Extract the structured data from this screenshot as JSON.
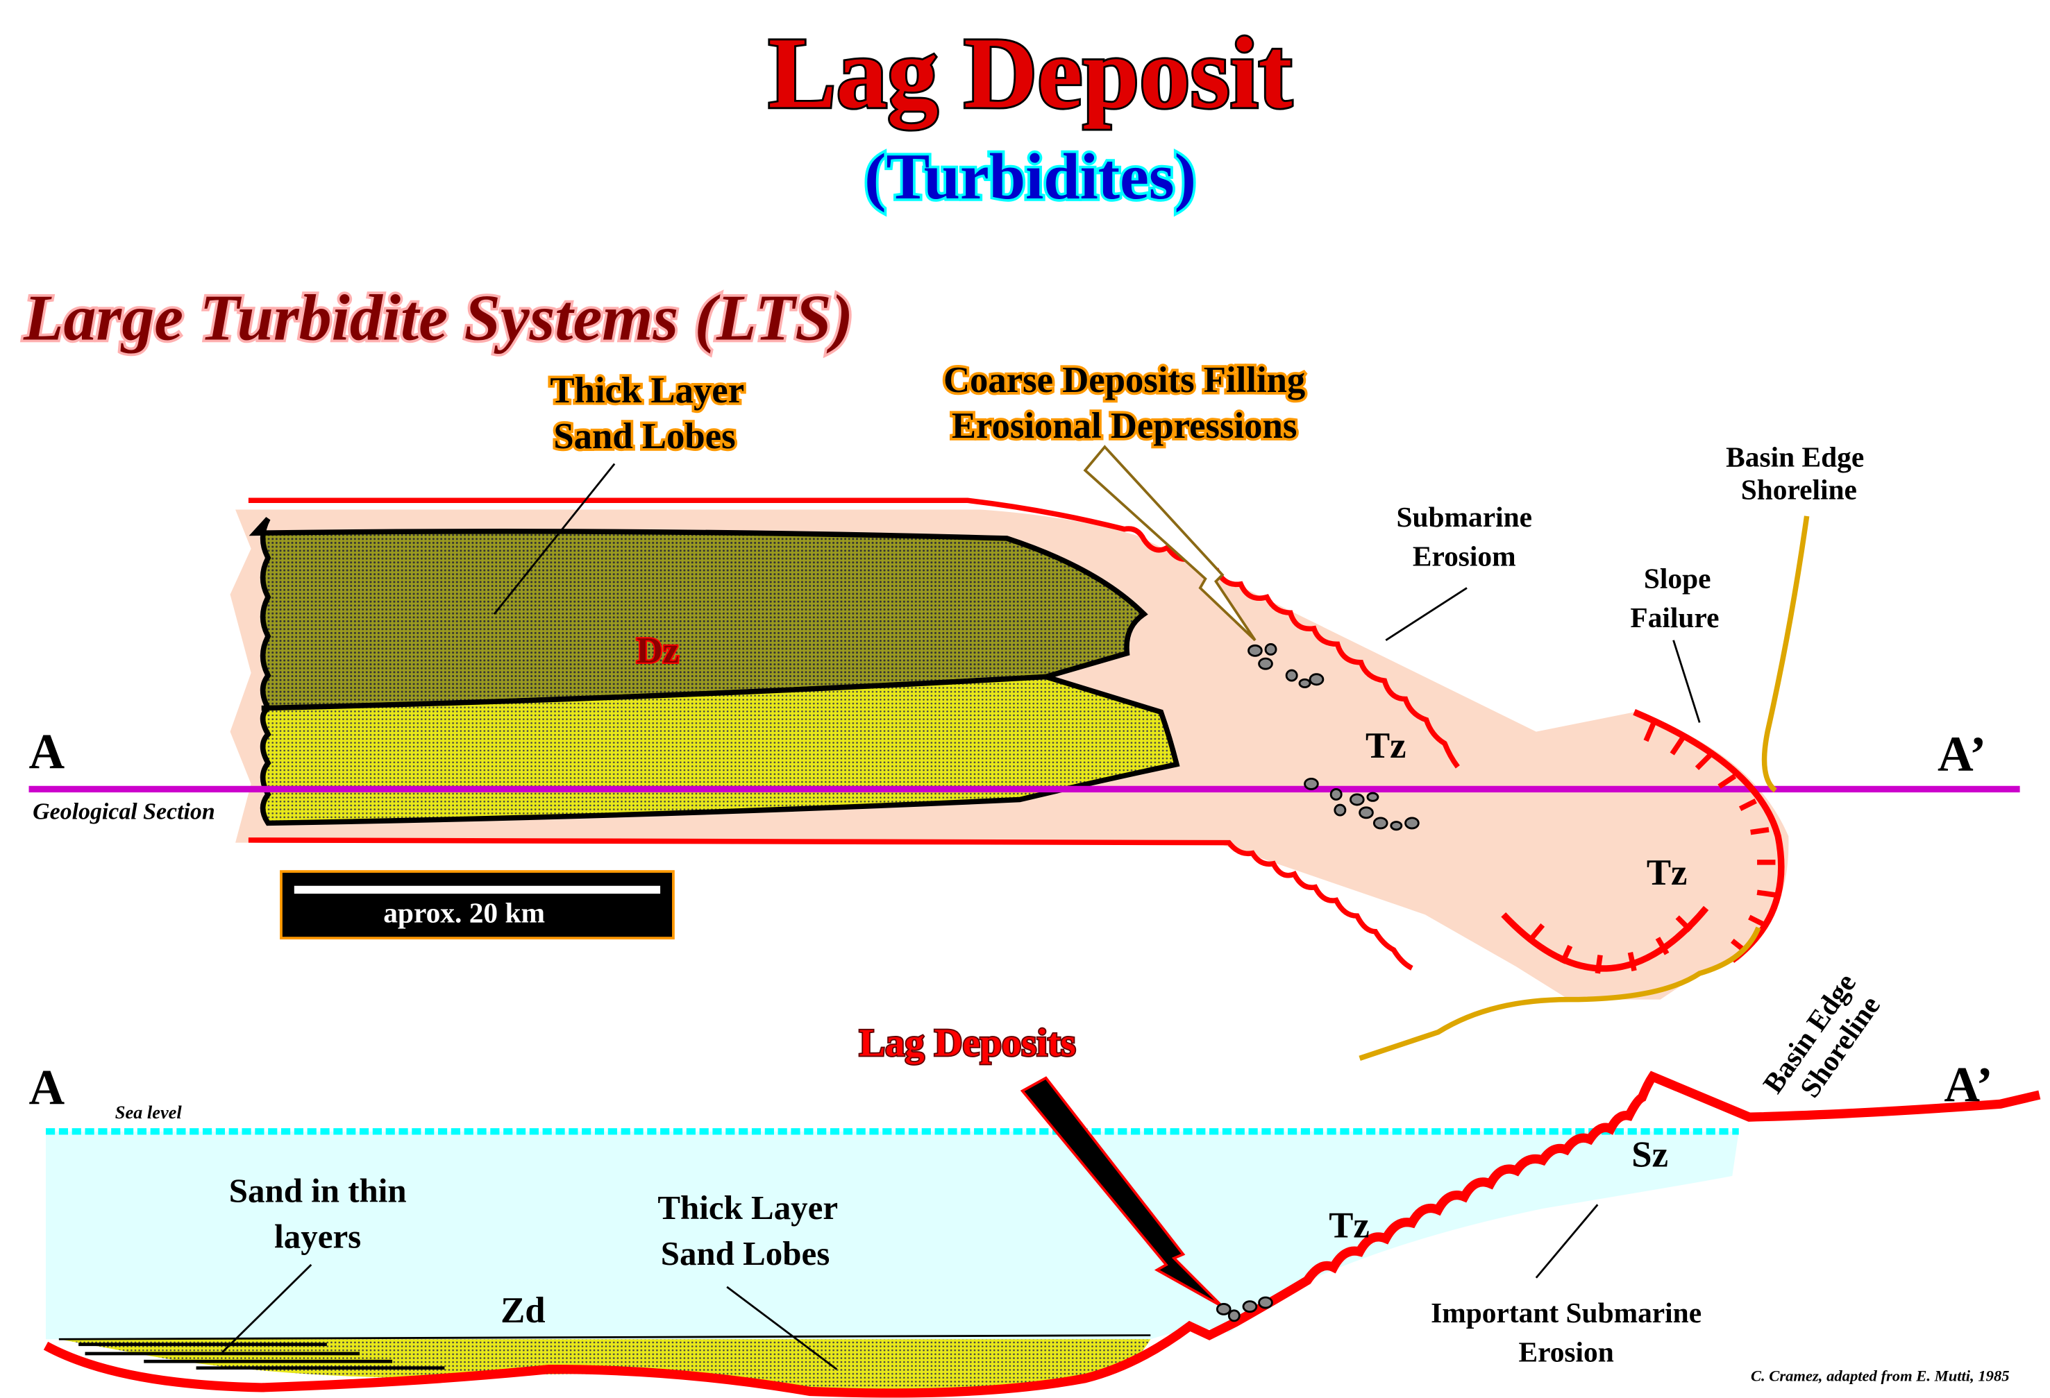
{
  "title": "Lag Deposit",
  "subtitle": "(Turbidites)",
  "section_heading": "Large Turbidite Systems (LTS)",
  "map": {
    "thick_layer_label": [
      "Thick Layer",
      "Sand Lobes"
    ],
    "coarse_label": [
      "Coarse Deposits Filling",
      "Erosional Depressions"
    ],
    "submarine_erosion_label": [
      "Submarine",
      "Erosiom"
    ],
    "slope_failure_label": [
      "Slope",
      "Failure"
    ],
    "basin_edge_label": [
      "Basin Edge",
      "Shoreline"
    ],
    "dz": "Dz",
    "tz_1": "Tz",
    "tz_2": "Tz",
    "point_a": "A",
    "point_a_prime": "A’",
    "section_line_label": "Geological Section",
    "scale_label": "aprox. 20 km"
  },
  "section": {
    "lag_label": "Lag Deposits",
    "point_a": "A",
    "point_a_prime": "A’",
    "sea_level": "Sea level",
    "basin_edge_label": [
      "Basin Edge",
      "Shoreline"
    ],
    "sand_thin_label": [
      "Sand in thin",
      "layers"
    ],
    "thick_layer_label": [
      "Thick Layer",
      "Sand Lobes"
    ],
    "zd": "Zd",
    "tz": "Tz",
    "sz": "Sz",
    "erosion_label": [
      "Important Submarine",
      "Erosion"
    ]
  },
  "credit": "C. Cramez, adapted from E. Mutti, 1985",
  "colors": {
    "title_red": "#e00000",
    "subtitle_blue": "#0000cc",
    "heading_darkred": "#800000",
    "orange": "#ff9900",
    "pink_fill": "#fcdac8",
    "outline_red": "#ff0000",
    "section_purple": "#cc00cc",
    "sea": "#e0ffff",
    "wave": "#00ffff",
    "shoreline": "#dda600"
  }
}
